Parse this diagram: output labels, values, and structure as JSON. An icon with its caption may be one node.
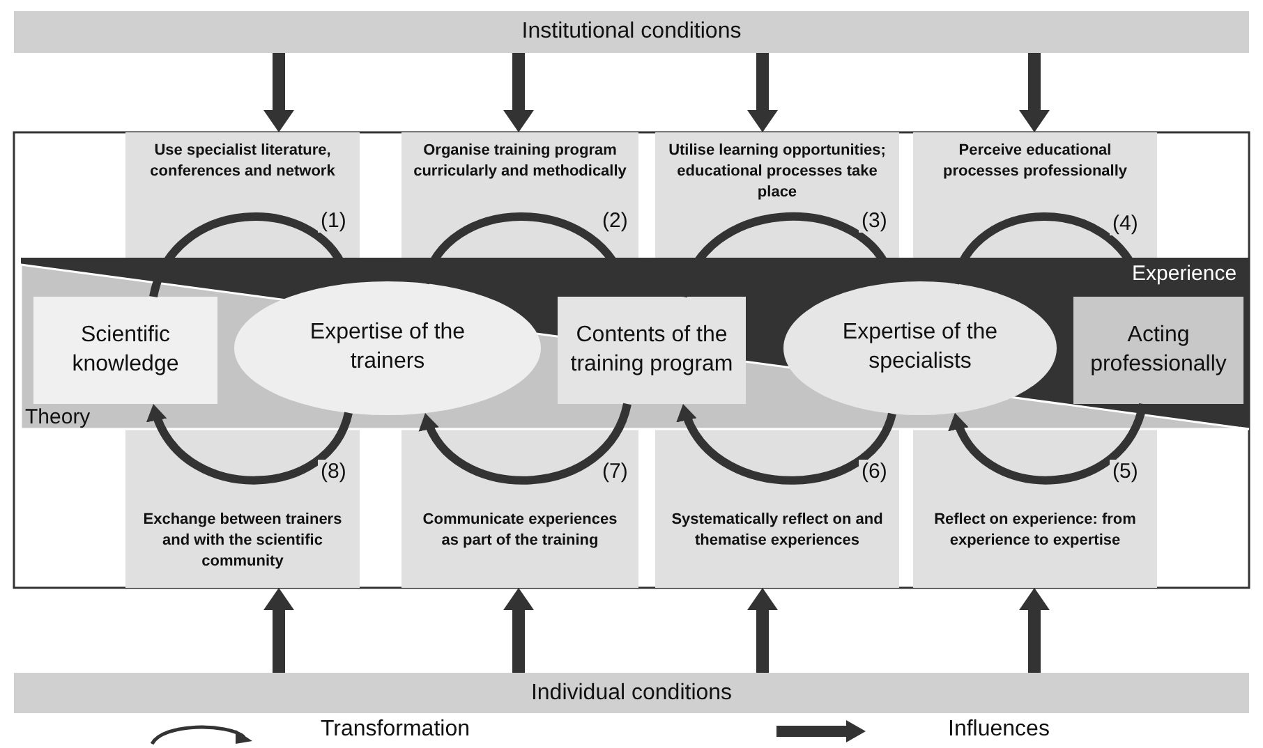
{
  "diagram": {
    "nodes": [
      {
        "text": [
          "Institutional conditions"
        ]
      },
      {
        "text": [
          "Use specialist literature, conferences and network"
        ]
      },
      {
        "text": [
          "Organise training program curricularly and methodically"
        ]
      },
      {
        "text": [
          "Utilise learning opportunities; educational processes take place"
        ]
      },
      {
        "text": [
          "Perceive educational processes professionally"
        ]
      },
      {
        "text": [
          "Scientific knowledge"
        ]
      },
      {
        "text": [
          "Expertise of the trainers"
        ]
      },
      {
        "text": [
          "Contents of the training program"
        ]
      },
      {
        "text": [
          "Expertise of the specialists"
        ]
      },
      {
        "text": [
          "Acting professionally"
        ]
      },
      {
        "text": [
          "Exchange between trainers and with the scientific community"
        ]
      },
      {
        "text": [
          "Communicate experiences as part of the training"
        ]
      },
      {
        "text": [
          "Systematically reflect on and thematise experiences"
        ]
      },
      {
        "text": [
          "Reflect on experience: from experience to expertise"
        ]
      },
      {
        "text": [
          "Individual conditions"
        ]
      }
    ],
    "edges": [
      {
        "from": 0,
        "to": 1,
        "arrow": "to"
      },
      {
        "from": 0,
        "to": 2,
        "arrow": "to"
      },
      {
        "from": 0,
        "to": 3,
        "arrow": "to"
      },
      {
        "from": 0,
        "to": 4,
        "arrow": "to"
      },
      {
        "from": 5,
        "to": 6,
        "arrow": "to",
        "label": "(1)"
      },
      {
        "from": 6,
        "to": 7,
        "arrow": "to",
        "label": "(2)"
      },
      {
        "from": 7,
        "to": 8,
        "arrow": "to",
        "label": "(3)"
      },
      {
        "from": 8,
        "to": 9,
        "arrow": "to",
        "label": "(4)"
      },
      {
        "from": 9,
        "to": 8,
        "arrow": "to",
        "label": "(5)"
      },
      {
        "from": 8,
        "to": 7,
        "arrow": "to",
        "label": "(6)"
      },
      {
        "from": 7,
        "to": 6,
        "arrow": "to",
        "label": "(7)"
      },
      {
        "from": 6,
        "to": 5,
        "arrow": "to",
        "label": "(8)"
      },
      {
        "from": 14,
        "to": 10,
        "arrow": "to"
      },
      {
        "from": 14,
        "to": 11,
        "arrow": "to"
      },
      {
        "from": 14,
        "to": 12,
        "arrow": "to"
      },
      {
        "from": 14,
        "to": 13,
        "arrow": "to"
      }
    ],
    "labels": [
      "Experience",
      "Theory"
    ],
    "legend": [
      {
        "text": "Transformation"
      },
      {
        "text": "Influences"
      }
    ]
  }
}
